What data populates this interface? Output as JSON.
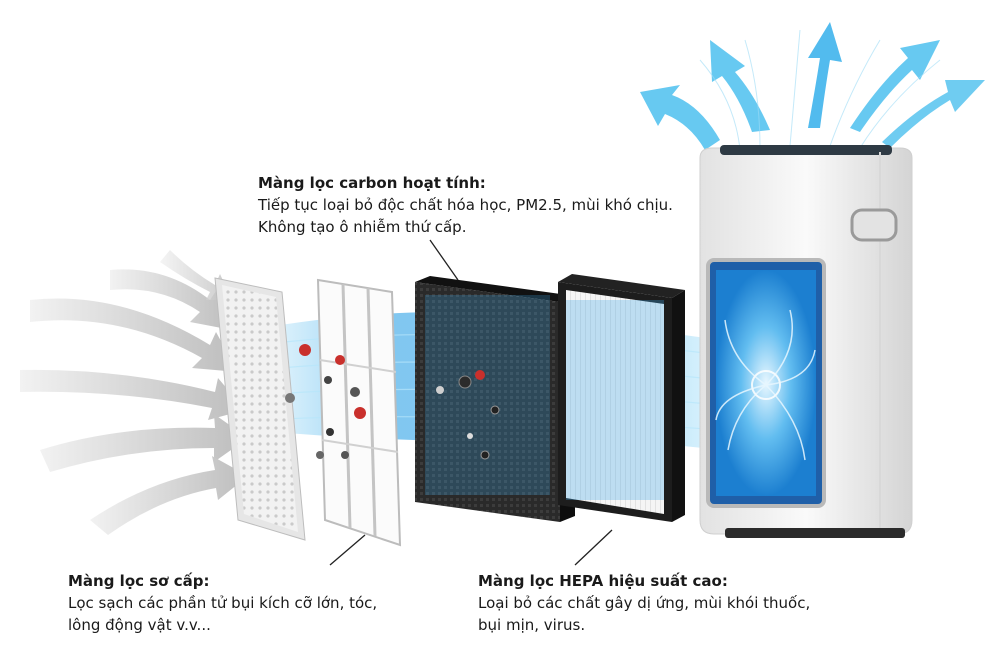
{
  "labels": {
    "carbon": {
      "title": "Màng lọc carbon hoạt tính:",
      "line1": "Tiếp tục loại bỏ độc chất hóa học, PM2.5, mùi khó chịu.",
      "line2": "Không tạo ô nhiễm thứ cấp."
    },
    "pre": {
      "title": "Màng lọc sơ cấp:",
      "line1": "Lọc sạch các phần tử bụi kích cỡ lớn, tóc,",
      "line2": "lông động vật v.v..."
    },
    "hepa": {
      "title": "Màng lọc HEPA hiệu suất cao:",
      "line1": "Loại bỏ các chất gây dị ứng, mùi khói thuốc,",
      "line2": "bụi mịn, virus."
    }
  },
  "colors": {
    "airflow_blue": "#3aa7e8",
    "outflow_blue": "#56c3ef",
    "inflow_gray": "#d7d7d7",
    "carbon_black": "#1b1b1b",
    "device_white": "#f4f4f4"
  }
}
